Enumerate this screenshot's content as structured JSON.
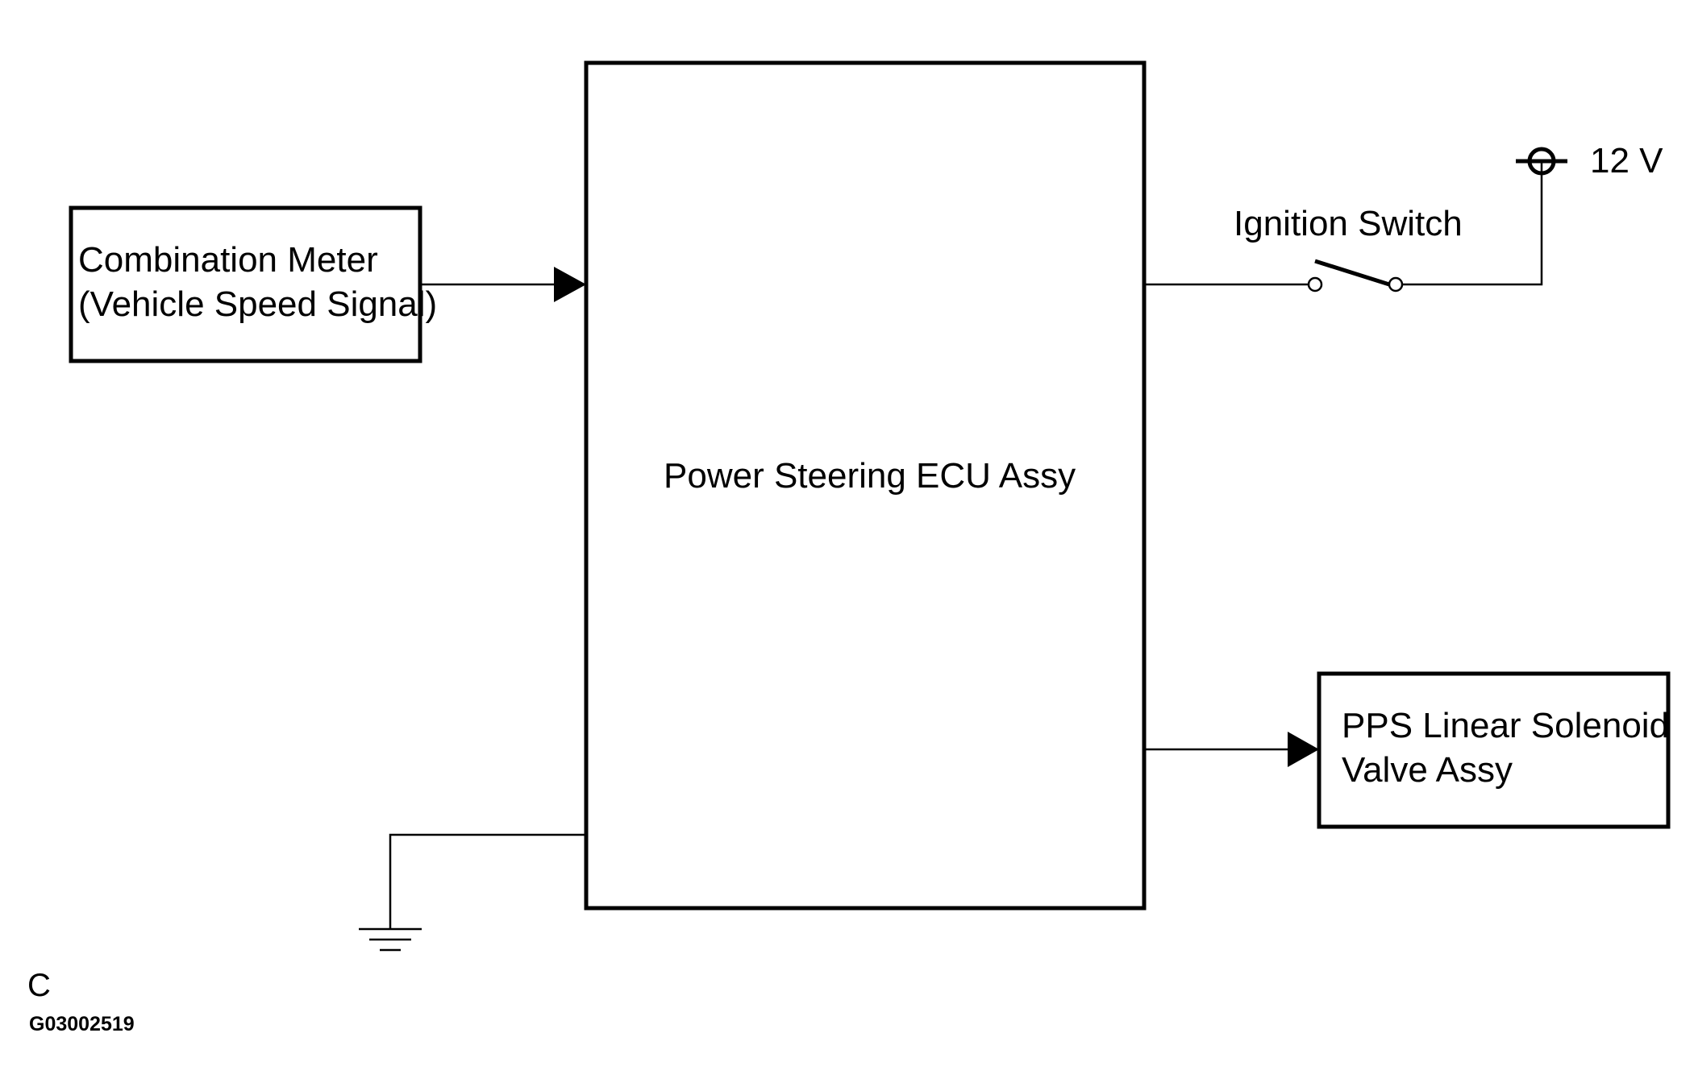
{
  "combination_meter": {
    "line1": "Combination Meter",
    "line2": "(Vehicle Speed Signal)"
  },
  "ecu": {
    "label": "Power Steering ECU Assy"
  },
  "ignition": {
    "label": "Ignition Switch"
  },
  "power_source": {
    "label": "12 V"
  },
  "solenoid": {
    "line1": "PPS Linear Solenoid",
    "line2": "Valve Assy"
  },
  "footer": {
    "section_code": "C",
    "figure_id": "G03002519"
  }
}
